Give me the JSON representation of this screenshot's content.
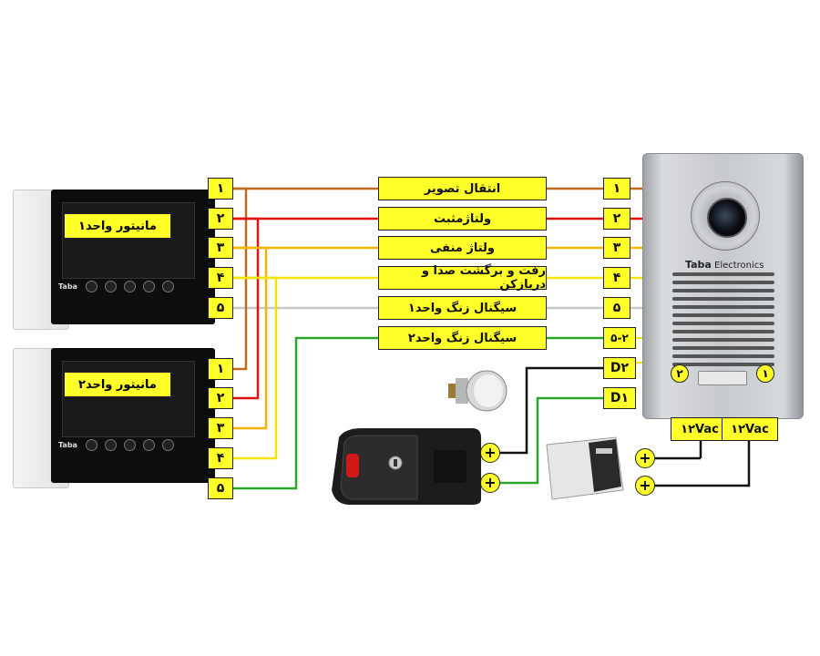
{
  "monitors": [
    {
      "label": "مانیتور واحد۱",
      "brand": "Taba"
    },
    {
      "label": "مانیتور واحد۲",
      "brand": "Taba"
    }
  ],
  "left_terminals_unit1": [
    "۱",
    "۲",
    "۳",
    "۴",
    "۵"
  ],
  "left_terminals_unit2": [
    "۱",
    "۲",
    "۳",
    "۴",
    "۵"
  ],
  "signals": [
    "انتقال تصویر",
    "ولتاژمثبت",
    "ولتاژ منفی",
    "رفت و برگشت صدا و دربازکن",
    "سیگنال زنگ واحد۱",
    "سیگنال زنگ واحد۲"
  ],
  "right_terminals": [
    "۱",
    "۲",
    "۳",
    "۴",
    "۵",
    "۵-۲"
  ],
  "door_terminals": [
    "D۲",
    "D۱"
  ],
  "panel": {
    "brand": "Taba",
    "brand_sub": "Electronics",
    "terminal_1": "۱",
    "terminal_2": "۲"
  },
  "supply": [
    "۱۲Vac",
    "۱۲Vac"
  ],
  "plus_sign": "+",
  "colors": {
    "label_fill": "#ffff2a",
    "video": "#c06a1e",
    "positive": "#e0120e",
    "negative": "#f5b400",
    "audio": "#f2e400",
    "bell1": "#c8c8c8",
    "bell2": "#2aa52a",
    "dash": "#e03030",
    "black": "#111111"
  }
}
